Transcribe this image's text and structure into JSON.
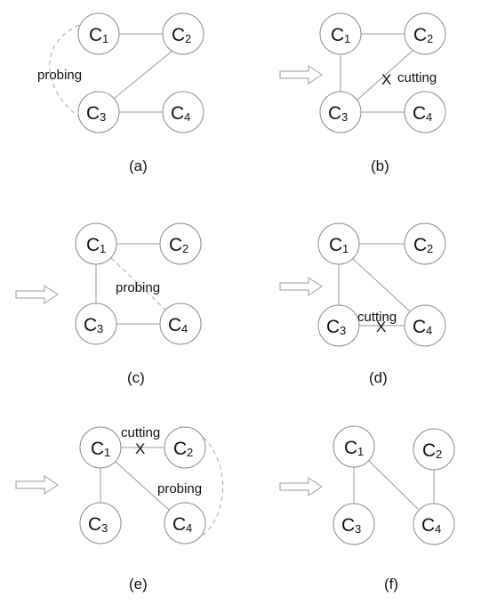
{
  "nodes": {
    "c1": {
      "main": "C",
      "sub": "1"
    },
    "c2": {
      "main": "C",
      "sub": "2"
    },
    "c3": {
      "main": "C",
      "sub": "3"
    },
    "c4": {
      "main": "C",
      "sub": "4"
    }
  },
  "labels": {
    "probing": "probing",
    "cutting": "cutting",
    "cut_mark": "X"
  },
  "captions": {
    "a": "(a)",
    "b": "(b)",
    "c": "(c)",
    "d": "(d)",
    "e": "(e)",
    "f": "(f)"
  },
  "colors": {
    "outline": "#8a8a8a",
    "text": "#111111"
  }
}
